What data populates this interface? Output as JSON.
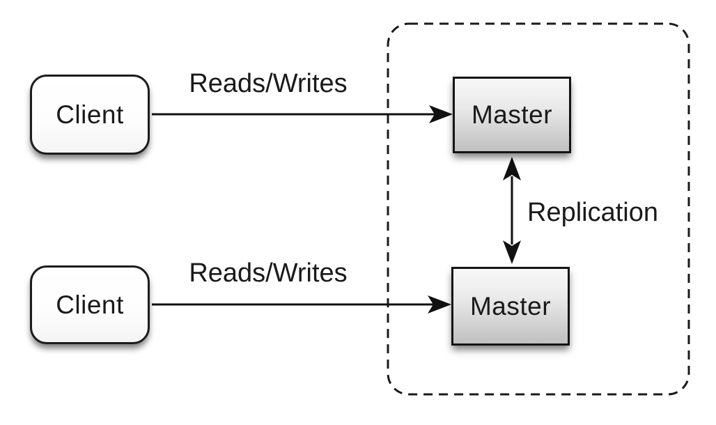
{
  "diagram": {
    "background_color": "#ffffff",
    "stroke_color": "#1a1a1a",
    "nodes": {
      "client_top": {
        "label": "Client",
        "shape": "rounded-rectangle",
        "fill": "#ffffff"
      },
      "client_bottom": {
        "label": "Client",
        "shape": "rounded-rectangle",
        "fill": "#ffffff"
      },
      "master_top": {
        "label": "Master",
        "shape": "rectangle",
        "fill_top": "#f8f8f8",
        "fill_bottom": "#c0c0c0"
      },
      "master_bottom": {
        "label": "Master",
        "shape": "rectangle",
        "fill_top": "#f8f8f8",
        "fill_bottom": "#c0c0c0"
      }
    },
    "group": {
      "contains": [
        "master_top",
        "master_bottom"
      ],
      "border_style": "dashed"
    },
    "edges": [
      {
        "label": "Reads/Writes",
        "from": "client_top",
        "to": "master_top",
        "direction": "one-way"
      },
      {
        "label": "Reads/Writes",
        "from": "client_bottom",
        "to": "master_bottom",
        "direction": "one-way"
      },
      {
        "label": "Replication",
        "from": "master_top",
        "to": "master_bottom",
        "direction": "two-way"
      }
    ]
  }
}
